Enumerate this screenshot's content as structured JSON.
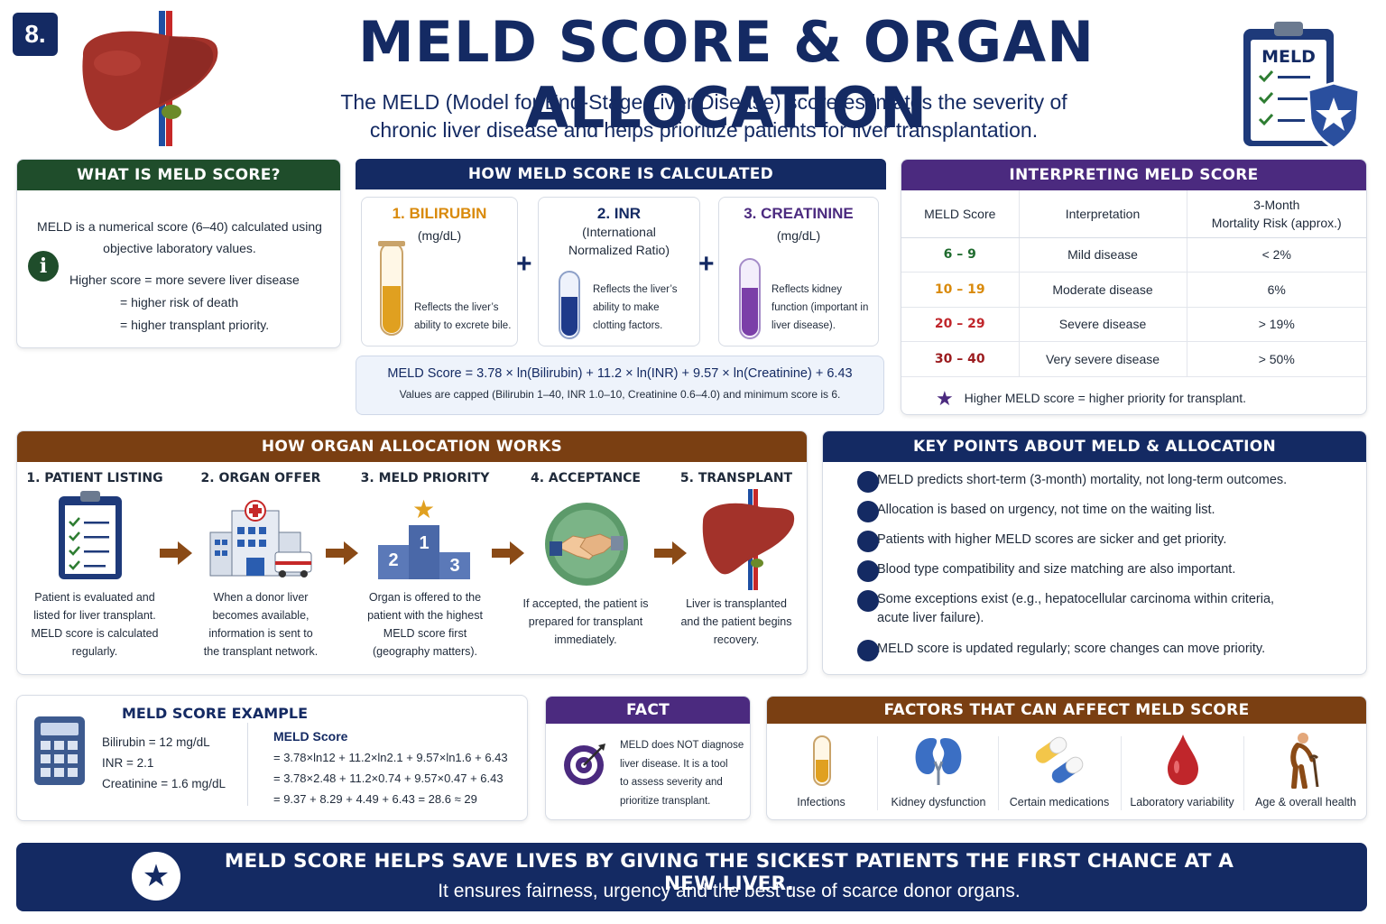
{
  "header": {
    "badge": "8.",
    "title": "MELD SCORE & ORGAN ALLOCATION",
    "subtitle_line1": "The MELD (Model for End-Stage Liver Disease) score estimates the severity of",
    "subtitle_line2": "chronic liver disease and helps prioritize patients for liver transplantation.",
    "clipboard_label": "MELD"
  },
  "what_is": {
    "title": "WHAT IS MELD SCORE?",
    "line1": "MELD is a numerical score (6–40) calculated using",
    "line2": "objective laboratory values.",
    "line3": "Higher score = more severe liver disease",
    "line4": "= higher risk of death",
    "line5": "= higher transplant priority."
  },
  "calc": {
    "title": "HOW MELD SCORE IS CALCULATED",
    "items": [
      {
        "title": "1. BILIRUBIN",
        "unit": "(mg/dL)",
        "desc1": "Reflects the liver’s",
        "desc2": "ability to excrete bile."
      },
      {
        "title": "2. INR",
        "unit1": "(International",
        "unit2": "Normalized Ratio)",
        "desc1": "Reflects the liver’s",
        "desc2": "ability to make",
        "desc3": "clotting factors."
      },
      {
        "title": "3. CREATININE",
        "unit": "(mg/dL)",
        "desc1": "Reflects kidney",
        "desc2": "function (important in",
        "desc3": "liver disease)."
      }
    ],
    "formula": "MELD Score = 3.78 × ln(Bilirubin) + 11.2 × ln(INR) + 9.57 × ln(Creatinine) + 6.43",
    "note": "Values are capped (Bilirubin 1–40, INR 1.0–10, Creatinine 0.6–4.0) and minimum score is 6."
  },
  "interp": {
    "title": "INTERPRETING MELD SCORE",
    "headers": [
      "MELD Score",
      "Interpretation",
      "3-Month",
      "Mortality Risk (approx.)"
    ],
    "rows": [
      {
        "score": "6 – 9",
        "label": "Mild disease",
        "risk": "< 2%",
        "color": "#1f6b2e"
      },
      {
        "score": "10 – 19",
        "label": "Moderate disease",
        "risk": "6%",
        "color": "#d98a0b"
      },
      {
        "score": "20 – 29",
        "label": "Severe disease",
        "risk": "> 19%",
        "color": "#c0262b"
      },
      {
        "score": "30 – 40",
        "label": "Very severe disease",
        "risk": "> 50%",
        "color": "#9b1b1e"
      }
    ],
    "footer": "Higher MELD score = higher priority for transplant."
  },
  "alloc": {
    "title": "HOW ORGAN ALLOCATION WORKS",
    "steps": [
      {
        "title": "1. PATIENT LISTING",
        "d1": "Patient is evaluated and",
        "d2": "listed for liver transplant.",
        "d3": "MELD score is calculated",
        "d4": "regularly."
      },
      {
        "title": "2. ORGAN OFFER",
        "d1": "When a donor liver",
        "d2": "becomes available,",
        "d3": "information is sent to",
        "d4": "the transplant network."
      },
      {
        "title": "3. MELD PRIORITY",
        "d1": "Organ is offered to the",
        "d2": "patient with the highest",
        "d3": "MELD score first",
        "d4": "(geography matters)."
      },
      {
        "title": "4. ACCEPTANCE",
        "d1": "If accepted, the patient is",
        "d2": "prepared for transplant",
        "d3": "immediately."
      },
      {
        "title": "5. TRANSPLANT",
        "d1": "Liver is transplanted",
        "d2": "and the patient begins",
        "d3": "recovery."
      }
    ],
    "podium": [
      "1",
      "2",
      "3"
    ]
  },
  "key_points": {
    "title": "KEY POINTS ABOUT MELD & ALLOCATION",
    "items": [
      "MELD predicts short-term (3-month) mortality, not long-term outcomes.",
      "Allocation is based on urgency, not time on the waiting list.",
      "Patients with higher MELD scores are sicker and get priority.",
      "Blood type compatibility and size matching are also important.",
      "Some exceptions exist (e.g., hepatocellular carcinoma within criteria,",
      "acute liver failure).",
      "MELD score is updated regularly; score changes can move priority."
    ]
  },
  "example": {
    "title": "MELD SCORE EXAMPLE",
    "bili": "Bilirubin = 12 mg/dL",
    "inr": "INR = 2.1",
    "creat": "Creatinine = 1.6 mg/dL",
    "score_label": "MELD Score",
    "l1": "= 3.78×ln12  +  11.2×ln2.1  +  9.57×ln1.6  + 6.43",
    "l2": "= 3.78×2.48  +  11.2×0.74  +  9.57×0.47  + 6.43",
    "l3": "= 9.37  +  8.29  +  4.49  + 6.43  =  28.6  ≈  29"
  },
  "fact": {
    "title": "FACT",
    "l1": "MELD does NOT diagnose",
    "l2": "liver disease. It is a tool",
    "l3": "to assess severity and",
    "l4": "prioritize transplant."
  },
  "factors": {
    "title": "FACTORS THAT CAN AFFECT MELD SCORE",
    "items": [
      "Infections",
      "Kidney dysfunction",
      "Certain medications",
      "Laboratory variability",
      "Age & overall health"
    ]
  },
  "banner": {
    "line1": "MELD SCORE HELPS SAVE LIVES BY GIVING THE SICKEST PATIENTS THE FIRST CHANCE AT A NEW LIVER.",
    "line2": "It ensures fairness, urgency and the best use of scarce donor organs."
  },
  "colors": {
    "navy": "#142a63",
    "green": "#1f4d2b",
    "purple": "#4b2a7f",
    "brown": "#7a3f12",
    "orange_title": "#d98a0b",
    "liver": "#a3322a"
  }
}
